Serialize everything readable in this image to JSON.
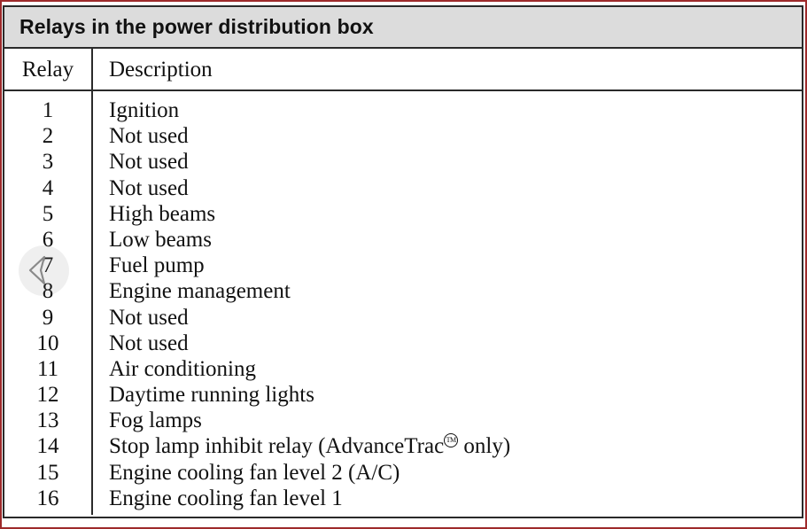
{
  "table": {
    "title": "Relays in the power distribution box",
    "columns": {
      "relay": "Relay",
      "description": "Description"
    },
    "rows": [
      {
        "relay": "1",
        "description": "Ignition"
      },
      {
        "relay": "2",
        "description": "Not used"
      },
      {
        "relay": "3",
        "description": "Not used"
      },
      {
        "relay": "4",
        "description": "Not used"
      },
      {
        "relay": "5",
        "description": "High beams"
      },
      {
        "relay": "6",
        "description": "Low beams"
      },
      {
        "relay": "7",
        "description": "Fuel pump"
      },
      {
        "relay": "8",
        "description": "Engine management"
      },
      {
        "relay": "9",
        "description": "Not used"
      },
      {
        "relay": "10",
        "description": "Not used"
      },
      {
        "relay": "11",
        "description": "Air conditioning"
      },
      {
        "relay": "12",
        "description": "Daytime running lights"
      },
      {
        "relay": "13",
        "description": "Fog lamps"
      },
      {
        "relay": "14",
        "description": "Stop lamp inhibit relay (AdvanceTracⓂ only)",
        "description_parts": {
          "before": "Stop lamp inhibit relay (AdvanceTrac",
          "mark": "TM",
          "after": " only)"
        }
      },
      {
        "relay": "15",
        "description": "Engine cooling fan level 2 (A/C)"
      },
      {
        "relay": "16",
        "description": "Engine cooling fan level 1"
      }
    ]
  },
  "cursor": {
    "icon": "pointer-chevron",
    "over_row_relay": "7",
    "halo_color": "#787878"
  },
  "colors": {
    "page_frame": "#9e2a2b",
    "table_border": "#2a2a2a",
    "title_background": "#dcdcdc",
    "text": "#111111",
    "background": "#ffffff"
  }
}
